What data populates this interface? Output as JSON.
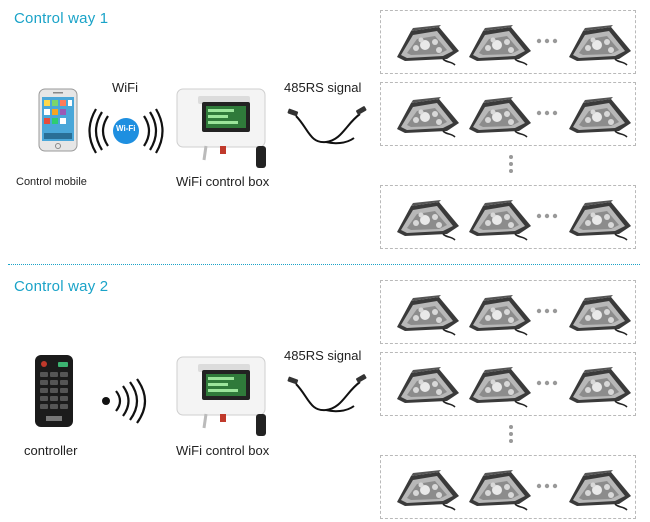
{
  "section1": {
    "title": "Control way 1",
    "wifi_label": "WiFi",
    "wifi_badge": "Wi-Fi",
    "phone_label": "Control mobile",
    "box_label": "WiFi control box",
    "signal_label": "485RS signal"
  },
  "section2": {
    "title": "Control way 2",
    "controller_label": "controller",
    "box_label": "WiFi control box",
    "signal_label": "485RS signal"
  },
  "colors": {
    "accent": "#1aa3c8",
    "wifi_badge": "#1e8fe0",
    "divider": "#1aa3c8",
    "panel_border": "#b9b9b9"
  },
  "icons": [
    "smartphone-icon",
    "wifi-signal-icon",
    "wifi-control-box-icon",
    "rs485-cable-icon",
    "remote-controller-icon",
    "ir-signal-icon",
    "led-light-fixture-icon",
    "ellipsis-icon"
  ]
}
